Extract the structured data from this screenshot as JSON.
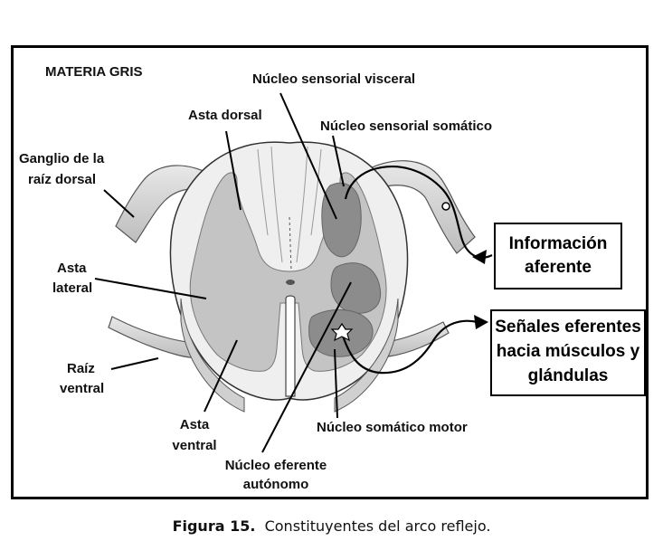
{
  "labels": {
    "materia_gris": "MATERIA GRIS",
    "nucleo_sensorial_visceral": "Núcleo sensorial visceral",
    "asta_dorsal": "Asta dorsal",
    "nucleo_sensorial_somatico": "Núcleo sensorial somático",
    "ganglio": [
      "Ganglio de la",
      "raíz dorsal"
    ],
    "asta_lateral": [
      "Asta",
      "lateral"
    ],
    "raiz_ventral": [
      "Raíz",
      "ventral"
    ],
    "asta_ventral": [
      "Asta",
      "ventral"
    ],
    "nucleo_somatico_motor": "Núcleo somático motor",
    "nucleo_eferente": [
      "Núcleo eferente",
      "autónomo"
    ]
  },
  "boxes": {
    "informacion_aferente": [
      "Información",
      "aferente"
    ],
    "senales_eferentes": [
      "Señales eferentes",
      "hacia músculos y",
      "glándulas"
    ]
  },
  "caption": {
    "figure_number": "Figura 15.",
    "text": "Constituyentes del arco reflejo."
  },
  "colors": {
    "gray_matter": "#c4c4c4",
    "dark_nucleus": "#8c8c8c",
    "white_matter": "#efefef",
    "outline": "#333333"
  }
}
